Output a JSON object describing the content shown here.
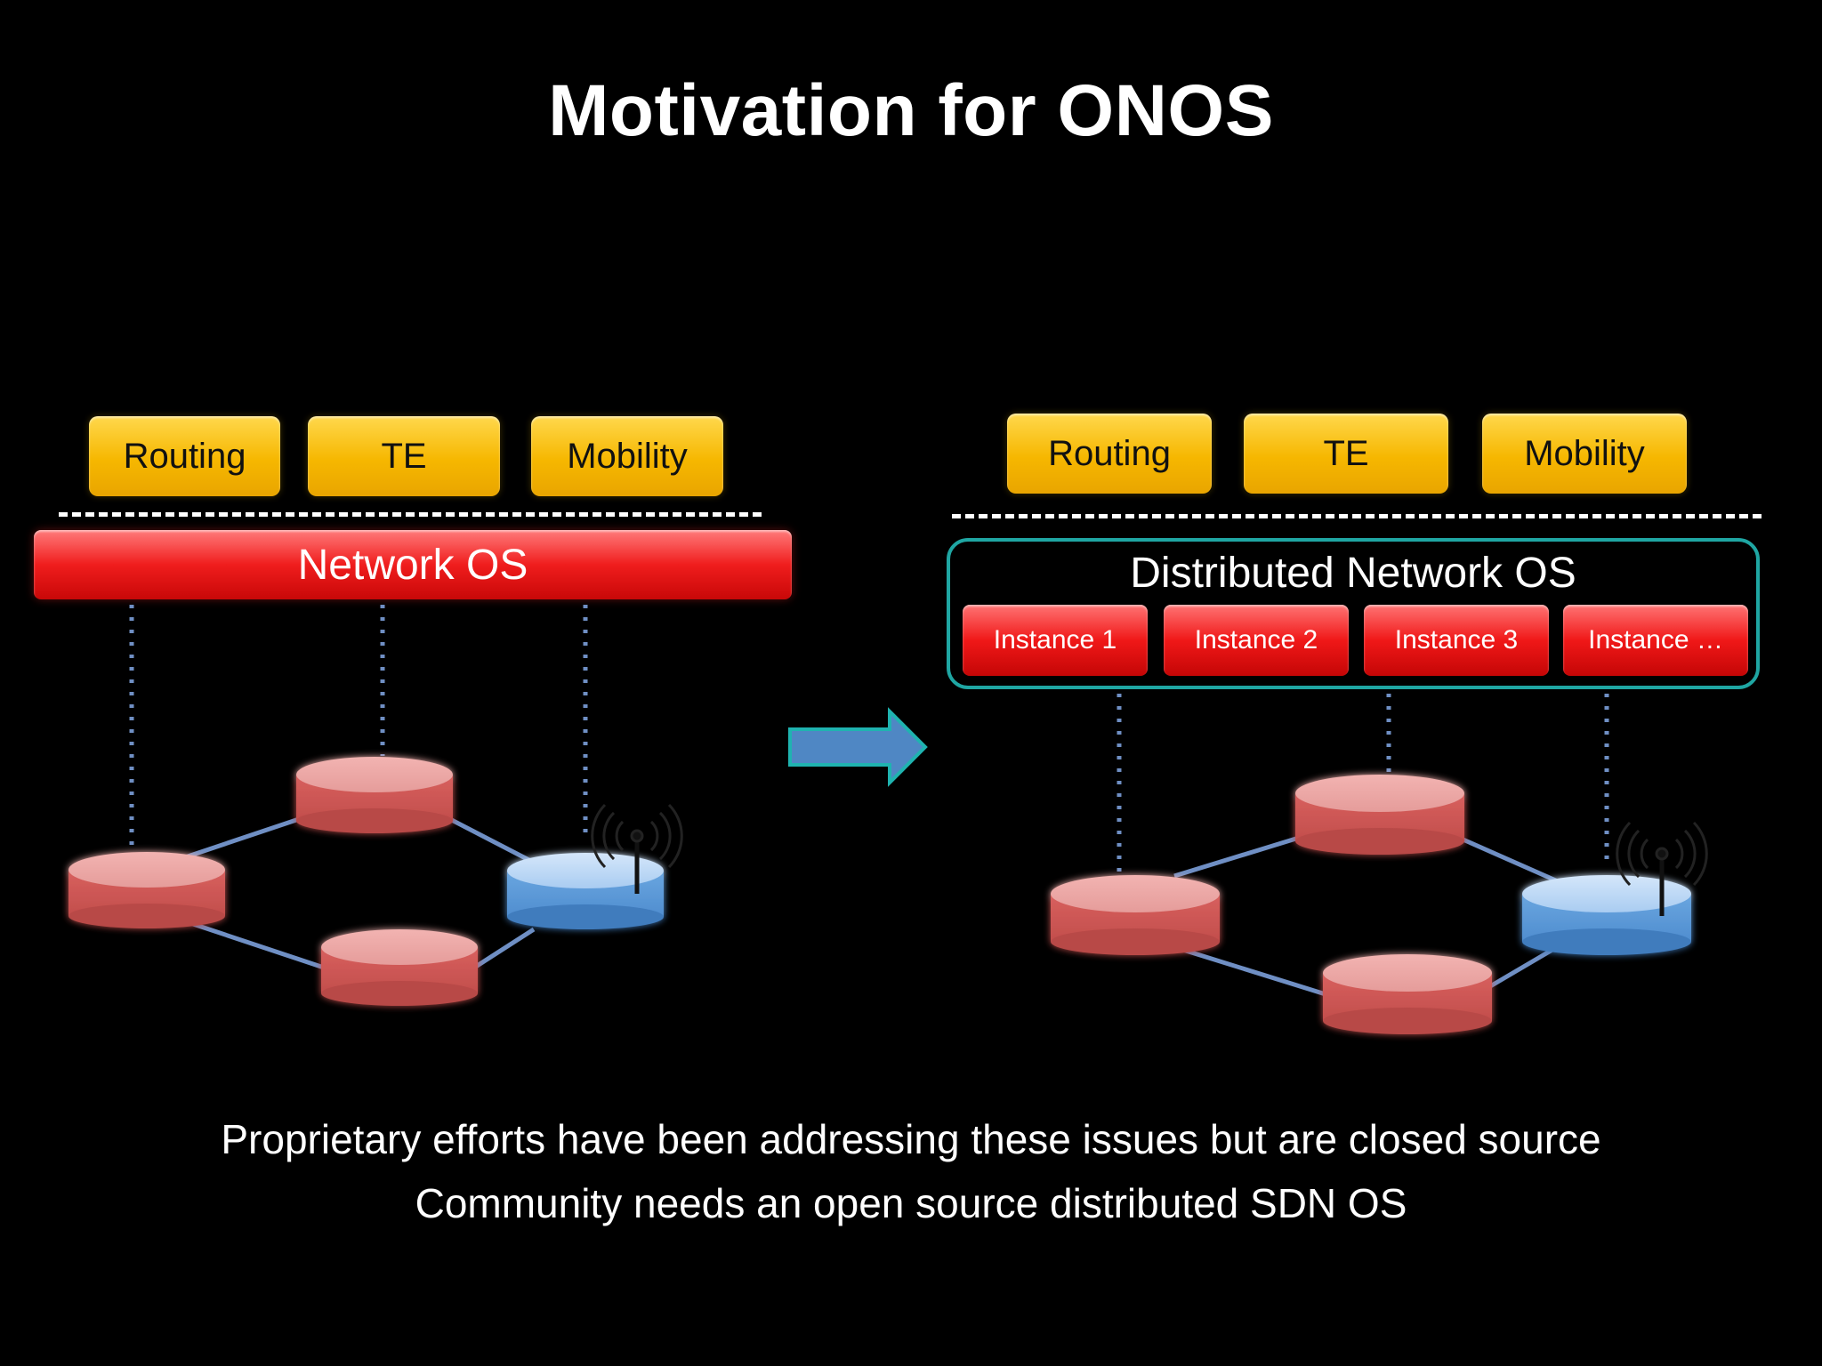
{
  "title": "Motivation for ONOS",
  "left": {
    "apps": [
      "Routing",
      "TE",
      "Mobility"
    ],
    "os_label": "Network OS"
  },
  "right": {
    "apps": [
      "Routing",
      "TE",
      "Mobility"
    ],
    "os_label": "Distributed Network OS",
    "instances": [
      "Instance 1",
      "Instance 2",
      "Instance 3",
      "Instance …"
    ]
  },
  "captions": [
    "Proprietary efforts have been addressing these issues but are closed source",
    "Community needs an open source distributed SDN OS"
  ],
  "colors": {
    "app_box": "#f6b700",
    "os_bar": "#f01d1d",
    "switch": "#d9706d",
    "wireless_switch": "#6aa6e0",
    "frame": "#1fa6a3",
    "links": "#6f8fc4"
  },
  "icons": [
    "arrow-right-icon",
    "antenna-icon"
  ]
}
